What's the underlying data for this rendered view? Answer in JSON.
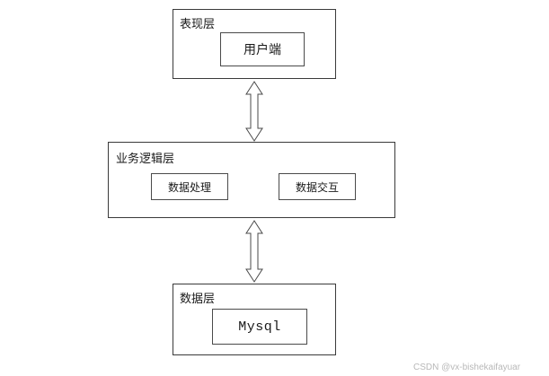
{
  "diagram": {
    "type": "layered-architecture",
    "layers": [
      {
        "id": "presentation",
        "label": "表现层",
        "boxes": [
          {
            "id": "client",
            "label": "用户端"
          }
        ]
      },
      {
        "id": "business",
        "label": "业务逻辑层",
        "boxes": [
          {
            "id": "data-processing",
            "label": "数据处理"
          },
          {
            "id": "data-interaction",
            "label": "数据交互"
          }
        ]
      },
      {
        "id": "data",
        "label": "数据层",
        "boxes": [
          {
            "id": "mysql",
            "label": "Mysql"
          }
        ]
      }
    ],
    "connectors": [
      {
        "id": "presentation-business",
        "type": "double-arrow",
        "direction": "vertical"
      },
      {
        "id": "business-data",
        "type": "double-arrow",
        "direction": "vertical"
      }
    ],
    "colors": {
      "stroke": "#3a3a3a",
      "background": "#ffffff",
      "watermark": "#b8b8b8"
    }
  },
  "watermark": {
    "text": "CSDN @vx-bishekaifayuar"
  }
}
